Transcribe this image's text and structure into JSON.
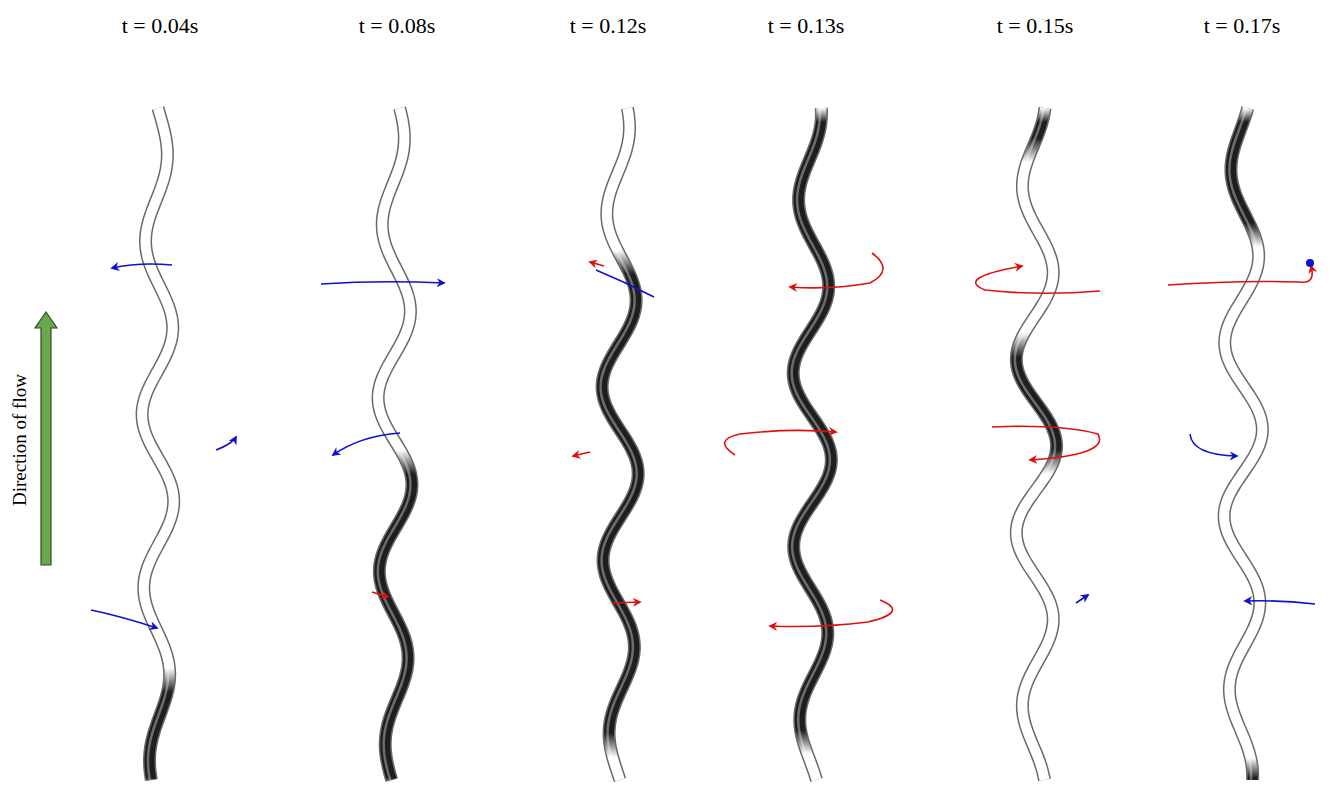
{
  "diagram": {
    "labels": [
      "t = 0.04s",
      "t = 0.08s",
      "t = 0.12s",
      "t = 0.13s",
      "t = 0.15s",
      "t = 0.17s",
      "Direction of flow"
    ]
  }
}
